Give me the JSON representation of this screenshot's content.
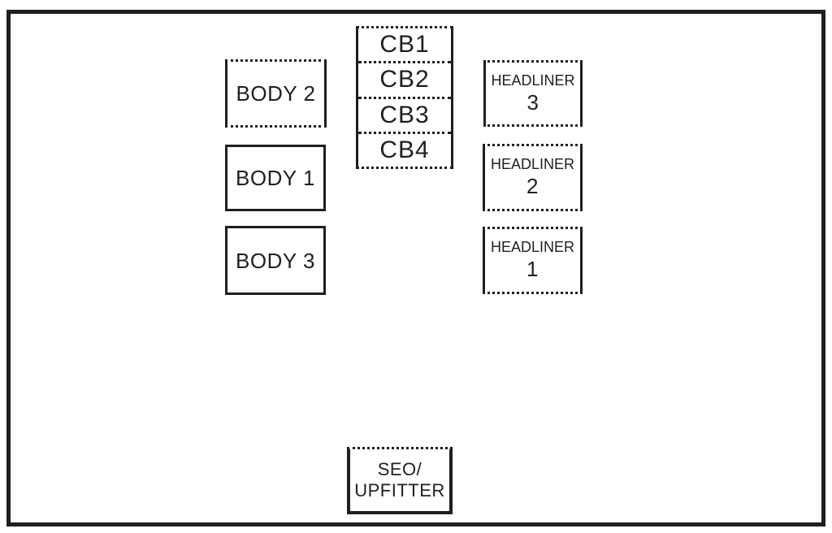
{
  "page": {
    "colors": {
      "ink": "#1f1f1f",
      "background": "#ffffff"
    }
  },
  "diagram": {
    "type": "fuse-box-diagram",
    "boxes": {
      "body2": {
        "label": "BODY 2"
      },
      "body1": {
        "label": "BODY 1"
      },
      "body3": {
        "label": "BODY 3"
      },
      "cb": {
        "cells": [
          "CB1",
          "CB2",
          "CB3",
          "CB4"
        ]
      },
      "headliner3": {
        "line1": "HEADLINER",
        "line2": "3"
      },
      "headliner2": {
        "line1": "HEADLINER",
        "line2": "2"
      },
      "headliner1": {
        "line1": "HEADLINER",
        "line2": "1"
      },
      "seo_upfitter": {
        "line1": "SEO/",
        "line2": "UPFITTER"
      }
    }
  }
}
